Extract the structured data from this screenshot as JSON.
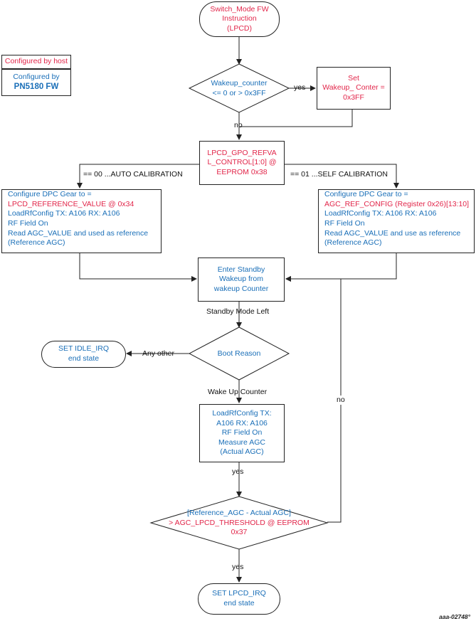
{
  "legend": {
    "host": "Configured by host",
    "fw_line1": "Configured by",
    "fw_line2": "PN5180 FW"
  },
  "start": {
    "l1": "Switch_Mode FW",
    "l2": "Instruction",
    "l3": "(LPCD)"
  },
  "wakeup_check": {
    "l1": "Wakeup_counter",
    "l2": "<= 0 or > 0x3FF"
  },
  "set_wakeup": {
    "l1": "Set",
    "l2": "Wakeup_ Conter =",
    "l3": "0x3FF"
  },
  "gpo": {
    "l1": "LPCD_GPO_REFVA",
    "l2": "L_CONTROL[1:0] @",
    "l3": "EEPROM 0x38"
  },
  "auto_box": {
    "l1": "Configure DPC Gear to =",
    "l2": "LPCD_REFERENCE_VALUE @ 0x34",
    "l3": "LoadRfConfig TX: A106 RX: A106",
    "l4": "RF Field On",
    "l5": "Read AGC_VALUE and used as reference",
    "l6": "(Reference AGC)"
  },
  "self_box": {
    "l1": "Configure DPC Gear to =",
    "l2": "AGC_REF_CONFIG (Register 0x26)[13:10]",
    "l3": "LoadRfConfig TX: A106 RX: A106",
    "l4": "RF Field On",
    "l5": "Read AGC_VALUE and use as reference",
    "l6": "(Reference AGC)"
  },
  "standby": {
    "l1": "Enter Standby",
    "l2": "Wakeup from",
    "l3": "wakeup Counter"
  },
  "boot": "Boot Reason",
  "idle": {
    "l1": "SET IDLE_IRQ",
    "l2": "end state"
  },
  "measure": {
    "l1": "LoadRfConfig TX:",
    "l2": "A106 RX: A106",
    "l3": "RF Field On",
    "l4": "Measure AGC",
    "l5": "(Actual AGC)"
  },
  "threshold": {
    "l1": "[Reference_AGC - Actual AGC]",
    "l2": "> AGC_LPCD_THRESHOLD @ EEPROM",
    "l3": "0x37"
  },
  "lpcd_irq": {
    "l1": "SET LPCD_IRQ",
    "l2": "end state"
  },
  "labels": {
    "yes1": "yes",
    "no1": "no",
    "auto_cal": "== 00 ...AUTO CALIBRATION",
    "self_cal": "== 01 ...SELF CALIBRATION",
    "standby_left": "Standby Mode Left",
    "any_other": "Any other",
    "wake_up_counter": "Wake Up Counter",
    "yes2": "yes",
    "no2": "no",
    "yes3": "yes"
  },
  "footer": "aaa-02748°",
  "colors": {
    "red": "#e2264a",
    "blue": "#1a6fb8",
    "line": "#222222"
  }
}
